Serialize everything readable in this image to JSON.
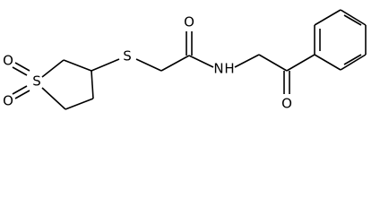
{
  "molecule": {
    "atoms": {
      "o_sulfone_top": "O",
      "o_sulfone_bottom": "O",
      "s_ring": "S",
      "s_thioether": "S",
      "o_amide": "O",
      "n_amide": "N",
      "h_amide": "H",
      "o_ketone": "O"
    }
  }
}
